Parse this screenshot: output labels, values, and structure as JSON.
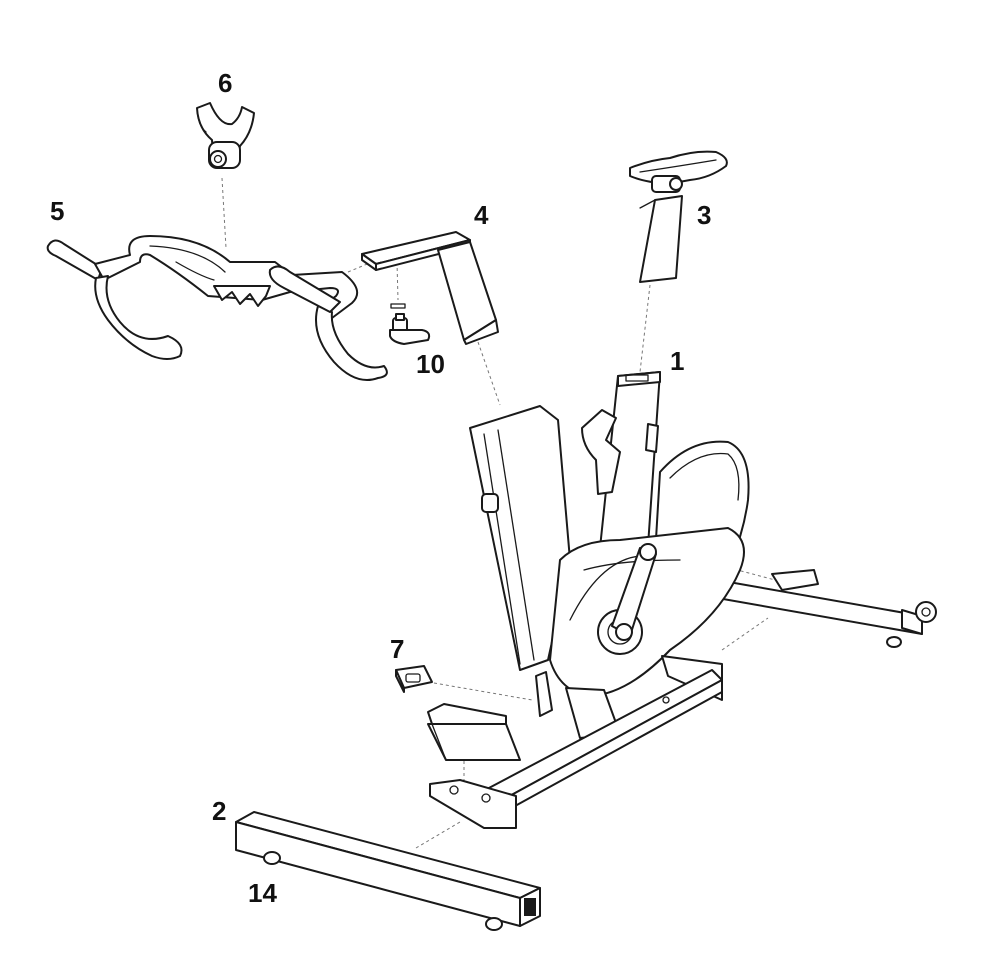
{
  "diagram": {
    "callouts": {
      "frame": "1",
      "front_stabilizer": "2",
      "seat_post": "3",
      "handlebar_post": "4",
      "handlebar": "5",
      "device_holder": "6",
      "pedal_clip": "7",
      "adjustment_knob": "10",
      "leveler": "14"
    }
  }
}
